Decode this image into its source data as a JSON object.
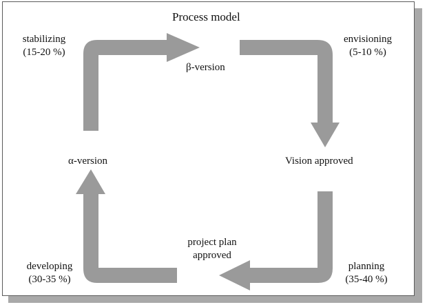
{
  "diagram": {
    "title": "Process model",
    "milestones": {
      "beta": "β-version",
      "vision": "Vision approved",
      "plan_line1": "project plan",
      "plan_line2": "approved",
      "alpha": "α-version"
    },
    "phases": {
      "stabilizing": {
        "name": "stabilizing",
        "share": "(15-20 %)"
      },
      "envisioning": {
        "name": "envisioning",
        "share": "(5-10 %)"
      },
      "planning": {
        "name": "planning",
        "share": "(35-40 %)"
      },
      "developing": {
        "name": "developing",
        "share": "(30-35 %)"
      }
    },
    "colors": {
      "arrow": "#9a9a9a",
      "frame_shadow": "#a9a9a9",
      "border": "#5a5a5a"
    }
  }
}
